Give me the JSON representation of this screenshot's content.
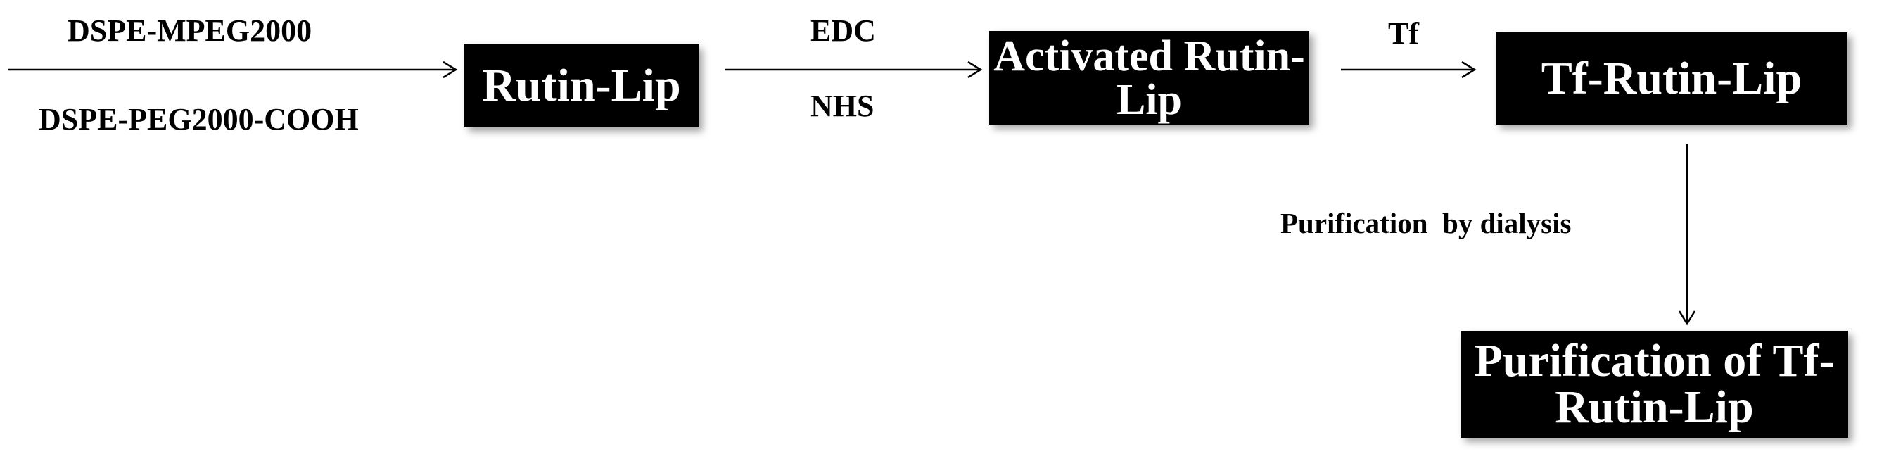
{
  "diagram": {
    "nodes": {
      "rutin_lip": "Rutin-Lip",
      "activated_line1": "Activated Rutin-",
      "activated_line2": "Lip",
      "tf_rutin_lip": "Tf-Rutin-Lip",
      "purification_line1": "Purification of Tf-",
      "purification_line2": "Rutin-Lip"
    },
    "edge_labels": {
      "reagent_top": "DSPE-MPEG2000",
      "reagent_bottom": "DSPE-PEG2000-COOH",
      "edc": "EDC",
      "nhs": "NHS",
      "tf": "Tf",
      "dialysis": "Purification  by dialysis"
    },
    "colors": {
      "box_fill": "#000000",
      "box_text": "#ffffff",
      "arrow": "#000000"
    }
  }
}
